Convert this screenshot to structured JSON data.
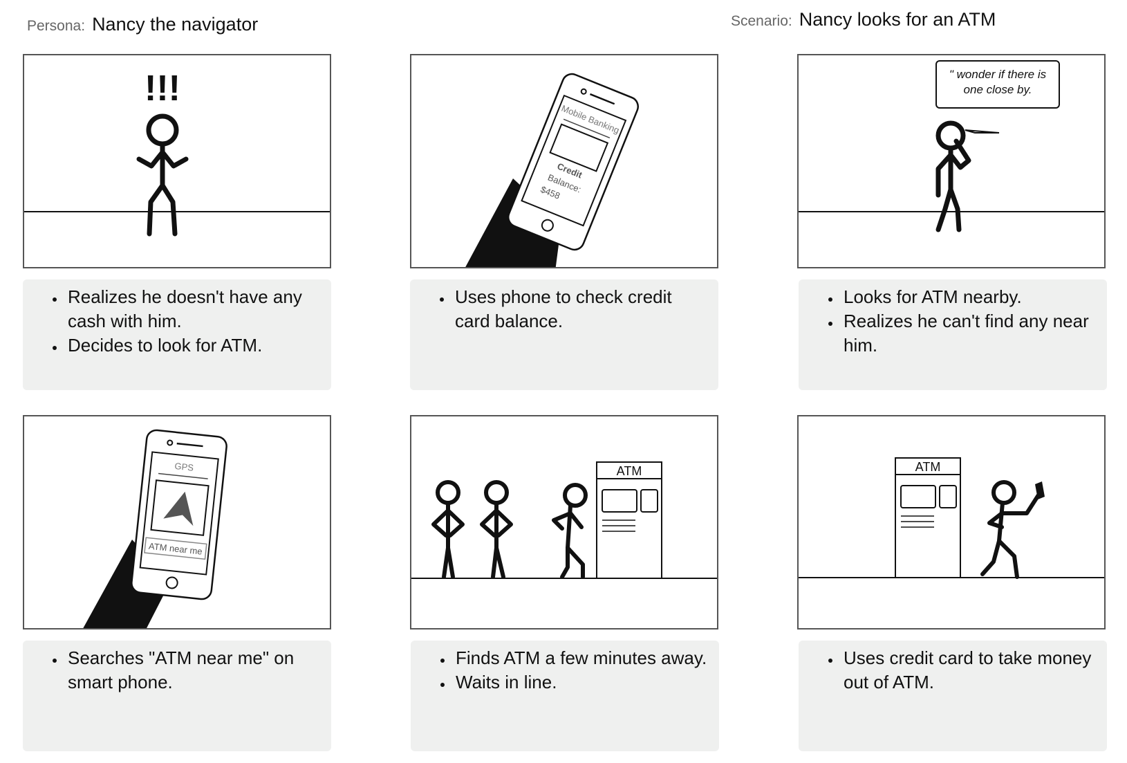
{
  "header": {
    "persona_label": "Persona:",
    "persona_value": "Nancy the navigator",
    "scenario_label": "Scenario:",
    "scenario_value": "Nancy looks for an ATM"
  },
  "panels": [
    {
      "exclaim": "!!!",
      "notes": [
        "Realizes he doesn't have any cash with him.",
        "Decides to look for ATM."
      ]
    },
    {
      "phone": {
        "app_title": "Mobile Banking",
        "line1": "Credit",
        "line2": "Balance:",
        "line3": "$458"
      },
      "notes": [
        "Uses phone to check credit card balance."
      ]
    },
    {
      "speech": "\" wonder if there is one close by.",
      "notes": [
        "Looks for ATM nearby.",
        "Realizes he can't find any near him."
      ]
    },
    {
      "phone": {
        "app_title": "GPS",
        "search_text": "ATM near me"
      },
      "notes": [
        "Searches \"ATM near me\" on smart phone."
      ]
    },
    {
      "atm_label": "ATM",
      "notes": [
        "Finds ATM a few minutes away.",
        "Waits in line."
      ]
    },
    {
      "atm_label": "ATM",
      "notes": [
        "Uses credit card to take money out of ATM."
      ]
    }
  ]
}
